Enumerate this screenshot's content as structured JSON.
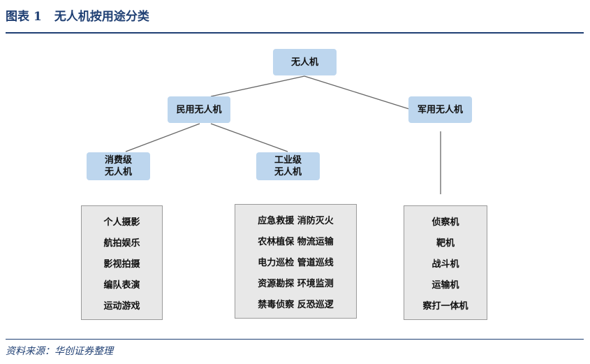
{
  "figure": {
    "label": "图表",
    "number": "1",
    "title": "无人机按用途分类"
  },
  "diagram": {
    "root": "无人机",
    "civil": "民用无人机",
    "military": "军用无人机",
    "consumer": [
      "消费级",
      "无人机"
    ],
    "industrial": [
      "工业级",
      "无人机"
    ],
    "consumer_uses": [
      "个人摄影",
      "航拍娱乐",
      "影视拍摄",
      "编队表演",
      "运动游戏"
    ],
    "industrial_uses": [
      "应急救援 消防灭火",
      "农林植保 物流运输",
      "电力巡检 管道巡线",
      "资源勘探 环境监测",
      "禁毒侦察 反恐巡逻"
    ],
    "military_uses": [
      "侦察机",
      "靶机",
      "战斗机",
      "运输机",
      "察打一体机"
    ]
  },
  "source": "资料来源：华创证券整理",
  "colors": {
    "accent": "#1f3f73",
    "node_fill": "#bdd6ee",
    "list_fill": "#e8e8e8",
    "connector": "#666666"
  }
}
